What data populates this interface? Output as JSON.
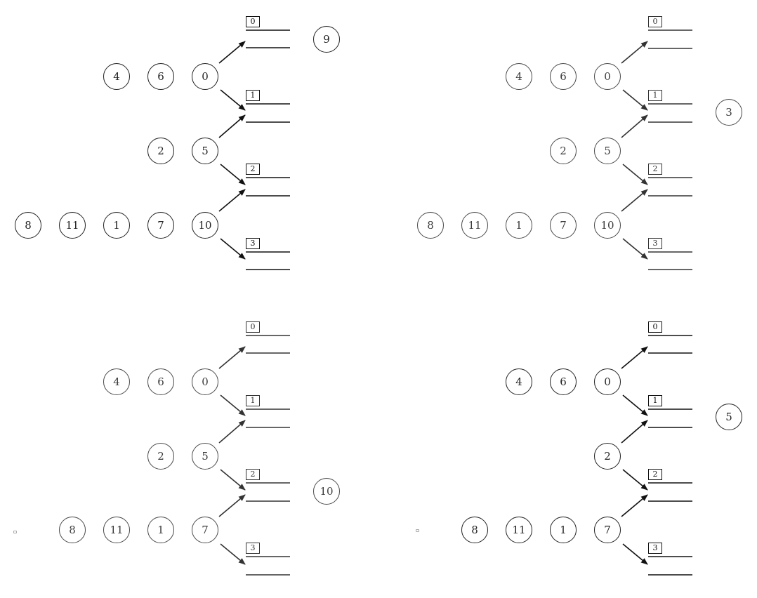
{
  "panels": [
    {
      "id": "tl",
      "chains": [
        {
          "bucket": "0",
          "keys": [
            "4",
            "6",
            "0"
          ]
        },
        {
          "bucket": "1",
          "keys": [
            "2",
            "5"
          ]
        },
        {
          "bucket": "2",
          "keys": [
            "8",
            "11",
            "1",
            "7",
            "10"
          ]
        },
        {
          "bucket": "3",
          "keys": []
        }
      ],
      "incoming": "9"
    },
    {
      "id": "tr",
      "chains": [
        {
          "bucket": "0",
          "keys": [
            "4",
            "6",
            "0"
          ]
        },
        {
          "bucket": "1",
          "keys": [
            "2",
            "5"
          ]
        },
        {
          "bucket": "2",
          "keys": [
            "8",
            "11",
            "1",
            "7",
            "10"
          ]
        },
        {
          "bucket": "3",
          "keys": []
        }
      ],
      "incoming": "3"
    },
    {
      "id": "bl",
      "chains": [
        {
          "bucket": "0",
          "keys": [
            "4",
            "6",
            "0"
          ]
        },
        {
          "bucket": "1",
          "keys": [
            "2",
            "5"
          ]
        },
        {
          "bucket": "2",
          "keys": [
            "8",
            "11",
            "1",
            "7"
          ]
        },
        {
          "bucket": "3",
          "keys": []
        }
      ],
      "incoming": "10"
    },
    {
      "id": "br",
      "chains": [
        {
          "bucket": "0",
          "keys": [
            "4",
            "6",
            "0"
          ]
        },
        {
          "bucket": "1",
          "keys": [
            "2"
          ]
        },
        {
          "bucket": "2",
          "keys": [
            "8",
            "11",
            "1",
            "7"
          ]
        },
        {
          "bucket": "3",
          "keys": []
        }
      ],
      "incoming": "5"
    }
  ],
  "buckets": [
    "0",
    "1",
    "2",
    "3"
  ],
  "colors": {
    "ink": "#111111",
    "faded_ink": "#444444",
    "background": "#ffffff"
  }
}
